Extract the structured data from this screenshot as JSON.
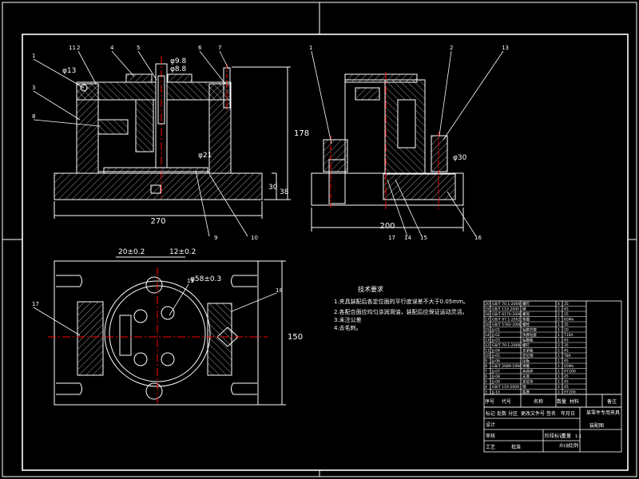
{
  "colors": {
    "background": "#000000",
    "outline": "#ffffff",
    "dimension": "#ffffff",
    "centerline": "#ff0000",
    "hatch": "#ffffff",
    "table_fill": "#000000"
  },
  "dims": {
    "front_width": "270",
    "front_height": "178",
    "front_base_thk": "30",
    "front_base_total": "38",
    "side_width": "200",
    "plan_height": "150",
    "plan_gap1": "20±0.2",
    "plan_gap2": "12±0.2",
    "pin_dia_top": "φ9.8",
    "pin_dia_top2": "φ8.8",
    "front_small_dia": "φ21",
    "front_left_dia": "φ13",
    "side_dia": "φ30",
    "plan_dia": "φ58±0.3"
  },
  "balloons": {
    "front": [
      "1",
      "2",
      "4",
      "5",
      "6",
      "7",
      "3",
      "8",
      "9",
      "10",
      "11"
    ],
    "side": [
      "1",
      "2",
      "13",
      "14",
      "15",
      "16",
      "17"
    ],
    "plan": [
      "17",
      "18",
      "19"
    ]
  },
  "notes": {
    "heading": "技术要求",
    "lines": [
      "1.夹具装配后各定位面的平行度误差不大于0.05mm。",
      "2.各配合面应均匀涂润滑油，装配后应保证运动灵活。",
      "3.未注公差",
      "4.去毛刺。"
    ]
  },
  "title_block": {
    "drawing_title": "某零件专用夹具",
    "drawing_number": "装配图",
    "scale": "1:1",
    "sheet": "共1张",
    "header_labels": [
      "序号",
      "代号",
      "名称",
      "数量",
      "材料",
      "备注"
    ],
    "rows": [
      [
        "20",
        "GB/T 70.1-2000",
        "螺钉",
        "4",
        "35"
      ],
      [
        "19",
        "GB/T 119-2000",
        "销",
        "2",
        "45"
      ],
      [
        "18",
        "GB/T 6170-2000",
        "螺母",
        "2",
        "35"
      ],
      [
        "17",
        "GB/T 97.1-2002",
        "垫圈",
        "2",
        "65Mn"
      ],
      [
        "16",
        "GB/T 5782-2000",
        "螺栓",
        "1",
        "35"
      ],
      [
        "15",
        "JJ-01",
        "钻套衬套",
        "1",
        "20"
      ],
      [
        "14",
        "JJ-02",
        "快换钻套",
        "1",
        "T10A"
      ],
      [
        "13",
        "JJ-03",
        "钻模板",
        "1",
        "45"
      ],
      [
        "12",
        "GB/T 70.1-2000",
        "螺钉",
        "2",
        "35"
      ],
      [
        "11",
        "JJ-04",
        "支承板",
        "1",
        "45"
      ],
      [
        "10",
        "JJ-05",
        "定位销",
        "1",
        "T8A"
      ],
      [
        "9",
        "JJ-06",
        "压板",
        "1",
        "45"
      ],
      [
        "8",
        "GB/T 2089-1994",
        "弹簧",
        "1",
        "65Mn"
      ],
      [
        "7",
        "JJ-07",
        "夹具体",
        "1",
        "HT200"
      ],
      [
        "6",
        "JJ-08",
        "支座",
        "1",
        "45"
      ],
      [
        "5",
        "JJ-09",
        "定位块",
        "1",
        "45"
      ],
      [
        "4",
        "GB/T 119-2000",
        "销",
        "2",
        "45"
      ],
      [
        "3",
        "JJ-10",
        "底座",
        "1",
        "HT200"
      ]
    ],
    "sign_labels": [
      "标记",
      "处数",
      "分区",
      "更改文件号",
      "签名",
      "年月日"
    ],
    "role_labels": [
      "设计",
      "审核",
      "工艺",
      "批准"
    ],
    "stage_labels": [
      "阶段标记",
      "重量",
      "比例"
    ]
  }
}
